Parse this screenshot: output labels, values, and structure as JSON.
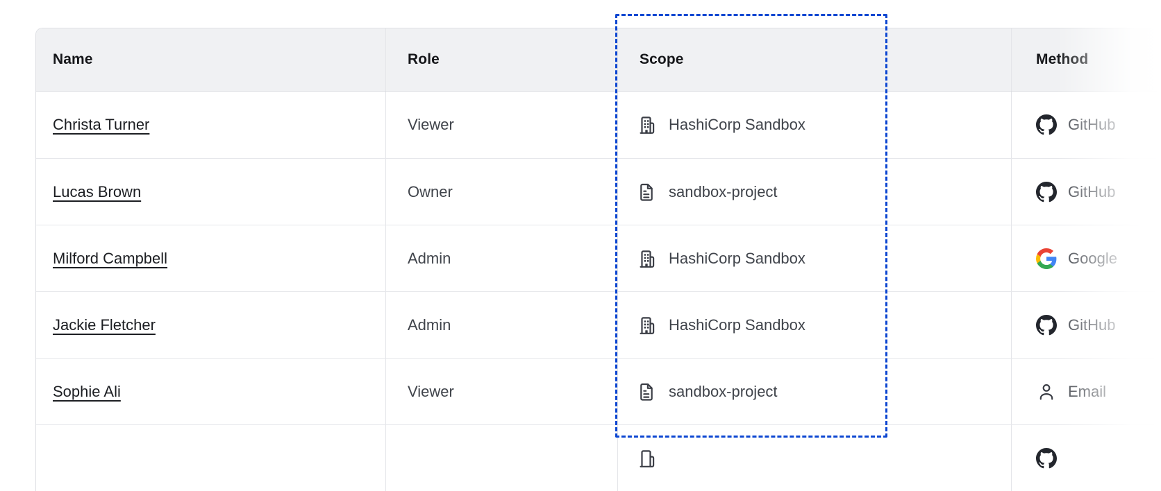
{
  "accent": {
    "selection_border_color": "#0c46d1"
  },
  "table": {
    "columns": [
      {
        "key": "name",
        "label": "Name"
      },
      {
        "key": "role",
        "label": "Role"
      },
      {
        "key": "scope",
        "label": "Scope"
      },
      {
        "key": "method",
        "label": "Method"
      }
    ],
    "selection": {
      "column": "Scope"
    },
    "rows": [
      {
        "name": "Christa Turner",
        "role": "Viewer",
        "scope": "HashiCorp Sandbox",
        "scope_icon": "building-icon",
        "method": "GitHub",
        "method_icon": "github-icon"
      },
      {
        "name": "Lucas Brown",
        "role": "Owner",
        "scope": "sandbox-project",
        "scope_icon": "file-text-icon",
        "method": "GitHub",
        "method_icon": "github-icon"
      },
      {
        "name": "Milford Campbell",
        "role": "Admin",
        "scope": "HashiCorp Sandbox",
        "scope_icon": "building-icon",
        "method": "Google",
        "method_icon": "google-icon"
      },
      {
        "name": "Jackie Fletcher",
        "role": "Admin",
        "scope": "HashiCorp Sandbox",
        "scope_icon": "building-icon",
        "method": "GitHub",
        "method_icon": "github-icon"
      },
      {
        "name": "Sophie Ali",
        "role": "Viewer",
        "scope": "sandbox-project",
        "scope_icon": "file-text-icon",
        "method": "Email",
        "method_icon": "user-icon"
      }
    ],
    "partial_row": {
      "scope_icon": "building-icon",
      "method_icon": "github-icon"
    }
  }
}
